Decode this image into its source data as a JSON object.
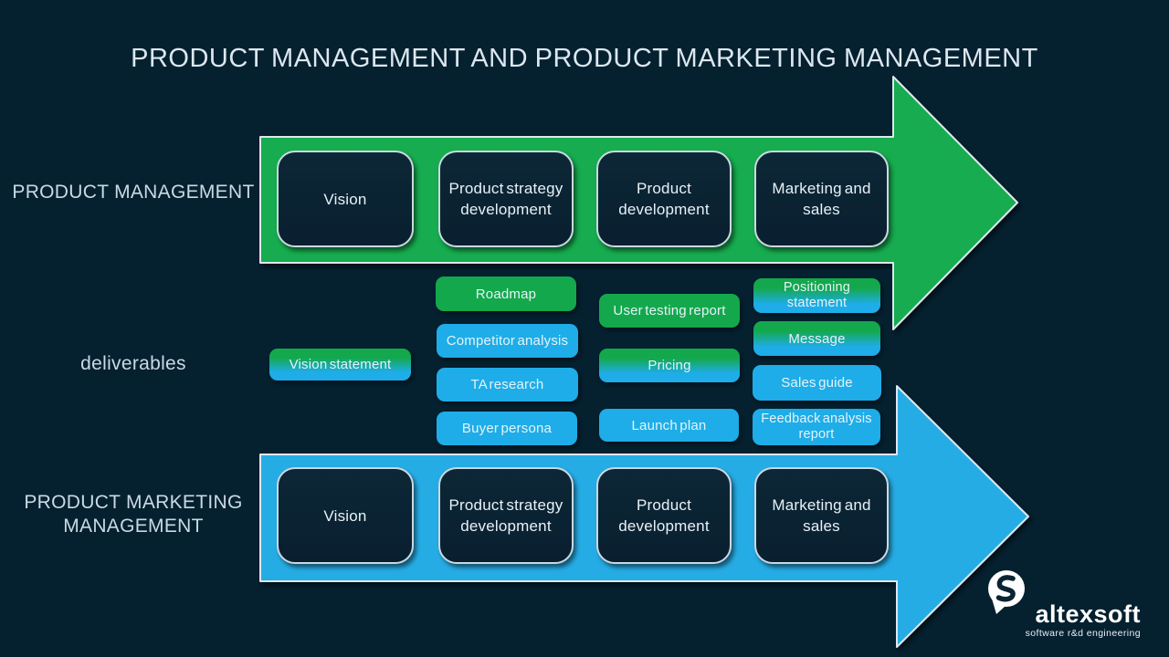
{
  "title": "PRODUCT MANAGEMENT AND PRODUCT MARKETING MANAGEMENT",
  "left_labels": {
    "product_management": "PRODUCT MANAGEMENT",
    "deliverables": "deliverables",
    "product_marketing_management": "PRODUCT MARKETING MANAGEMENT"
  },
  "product_management_row": {
    "arrow_color": "#17AC4F",
    "stages": [
      "Vision",
      "Product strategy development",
      "Product development",
      "Marketing and sales"
    ]
  },
  "product_marketing_row": {
    "arrow_color": "#27ACE5",
    "stages": [
      "Vision",
      "Product strategy development",
      "Product development",
      "Marketing and sales"
    ]
  },
  "deliverables": {
    "vision_statement": {
      "text": "Vision statement",
      "color": "green-to-blue-gradient"
    },
    "roadmap": {
      "text": "Roadmap",
      "color": "green"
    },
    "competitor_analysis": {
      "text": "Competitor analysis",
      "color": "blue"
    },
    "ta_research": {
      "text": "TA research",
      "color": "blue"
    },
    "buyer_persona": {
      "text": "Buyer persona",
      "color": "blue"
    },
    "user_testing_report": {
      "text": "User testing report",
      "color": "green"
    },
    "pricing": {
      "text": "Pricing",
      "color": "green-to-blue-gradient"
    },
    "launch_plan": {
      "text": "Launch plan",
      "color": "blue"
    },
    "positioning_statement": {
      "text": "Positioning statement",
      "color": "green-to-blue-gradient"
    },
    "message": {
      "text": "Message",
      "color": "green-to-blue-gradient"
    },
    "sales_guide": {
      "text": "Sales guide",
      "color": "blue"
    },
    "feedback_analysis_report": {
      "text": "Feedback analysis report",
      "color": "blue"
    }
  },
  "logo": {
    "wordmark": "altexsoft",
    "tagline": "software r&d engineering"
  },
  "colors": {
    "background": "#05202F",
    "arrow_green": "#17AC4F",
    "arrow_blue": "#27ACE5",
    "pill_green": "#14A84C",
    "pill_blue": "#1EADE8",
    "stage_box_fill": "#0A2333",
    "light_border": "#CBD8E1",
    "text_light": "#DCE7EF"
  }
}
